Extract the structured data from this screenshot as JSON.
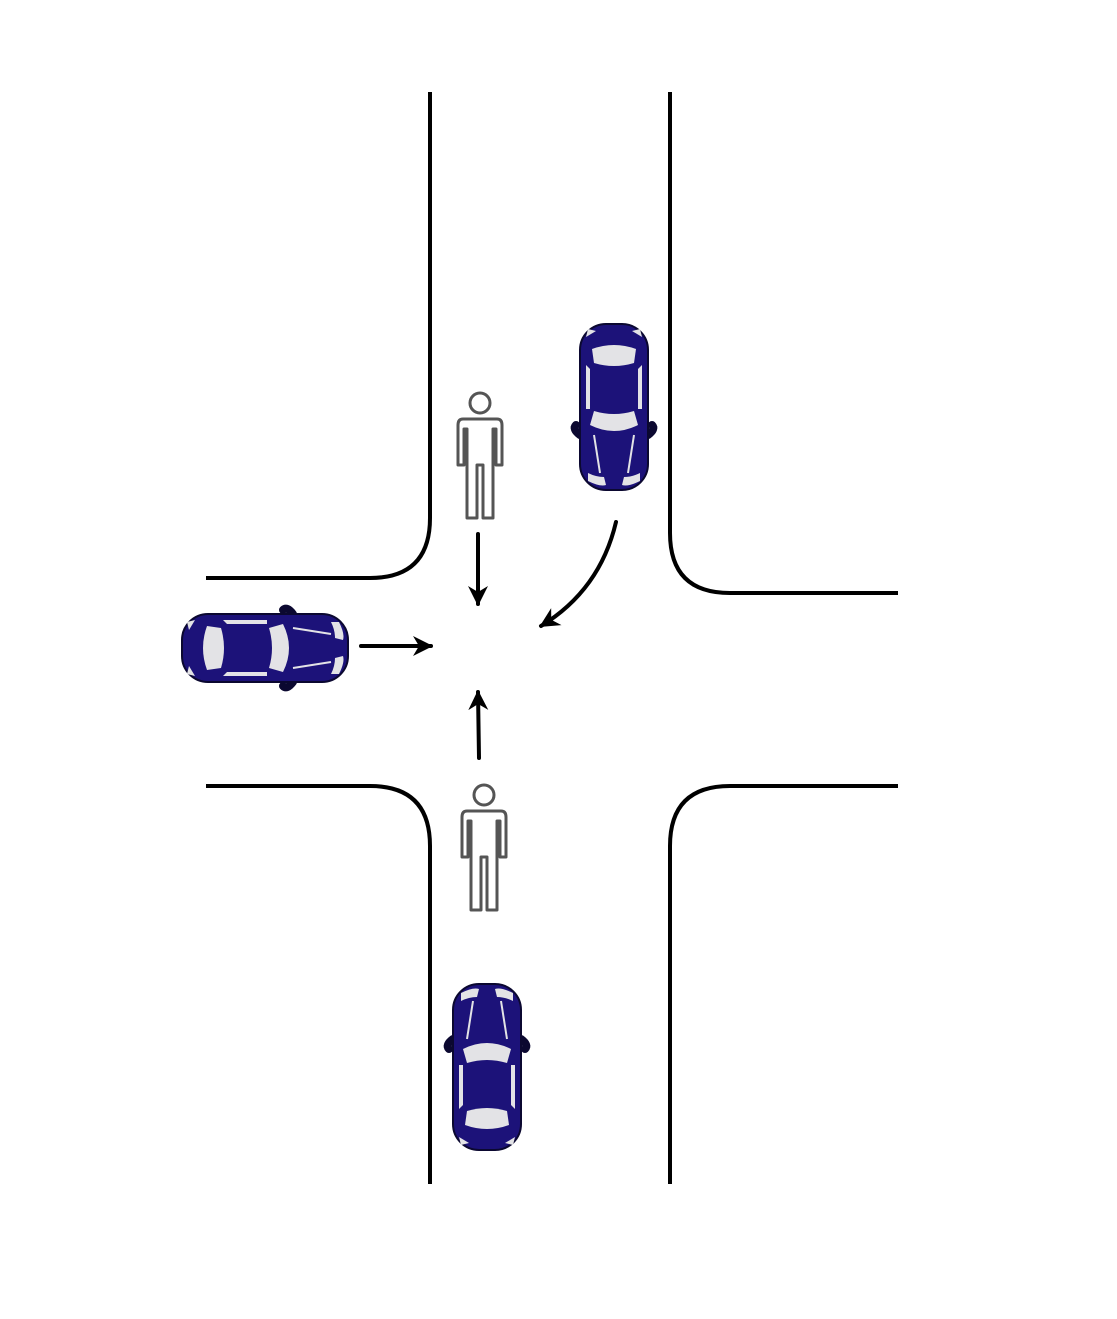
{
  "scene": {
    "type": "intersection-diagram",
    "elements": {
      "cars": [
        {
          "id": "car-north",
          "color": "#1c1279",
          "heading": "south"
        },
        {
          "id": "car-west",
          "color": "#1c1279",
          "heading": "east"
        },
        {
          "id": "car-south",
          "color": "#1c1279",
          "heading": "north"
        }
      ],
      "pedestrians": [
        {
          "id": "pedestrian-north",
          "heading": "south"
        },
        {
          "id": "pedestrian-south",
          "heading": "north"
        }
      ],
      "arrows": [
        {
          "id": "arrow-pedestrian-north",
          "direction": "south"
        },
        {
          "id": "arrow-car-north-turn",
          "direction": "southwest-curve"
        },
        {
          "id": "arrow-car-west",
          "direction": "east"
        },
        {
          "id": "arrow-pedestrian-south",
          "direction": "north"
        }
      ]
    },
    "colors": {
      "car_body": "#1c1279",
      "car_window": "#e3e3e6",
      "road_line": "#000000",
      "pedestrian_stroke": "#555555"
    }
  }
}
